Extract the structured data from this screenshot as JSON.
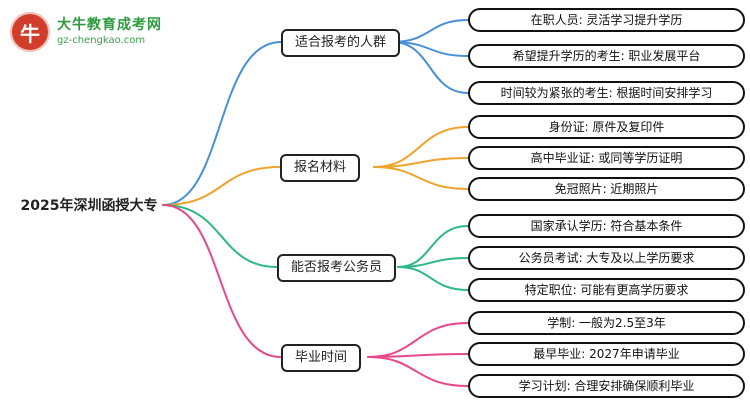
{
  "logo": {
    "site_name": "大牛教育成考网",
    "site_url": "gz-chengkao.com",
    "icon_text": "牛",
    "brand_red": "#d23c2a",
    "brand_green": "#2e9b3e"
  },
  "root": {
    "label": "2025年深圳函授大专"
  },
  "branches": [
    {
      "label": "适合报考的人群",
      "color": "#4a90d9",
      "leaves": [
        "在职人员: 灵活学习提升学历",
        "希望提升学历的考生: 职业发展平台",
        "时间较为紧张的考生: 根据时间安排学习"
      ]
    },
    {
      "label": "报名材料",
      "color": "#f0a32c",
      "leaves": [
        "身份证: 原件及复印件",
        "高中毕业证: 或同等学历证明",
        "免冠照片: 近期照片"
      ]
    },
    {
      "label": "能否报考公务员",
      "color": "#2eb884",
      "leaves": [
        "国家承认学历: 符合基本条件",
        "公务员考试: 大专及以上学历要求",
        "特定职位: 可能有更高学历要求"
      ]
    },
    {
      "label": "毕业时间",
      "color": "#e8478b",
      "leaves": [
        "学制: 一般为2.5至3年",
        "最早毕业: 2027年申请毕业",
        "学习计划: 合理安排确保顺利毕业"
      ]
    }
  ]
}
